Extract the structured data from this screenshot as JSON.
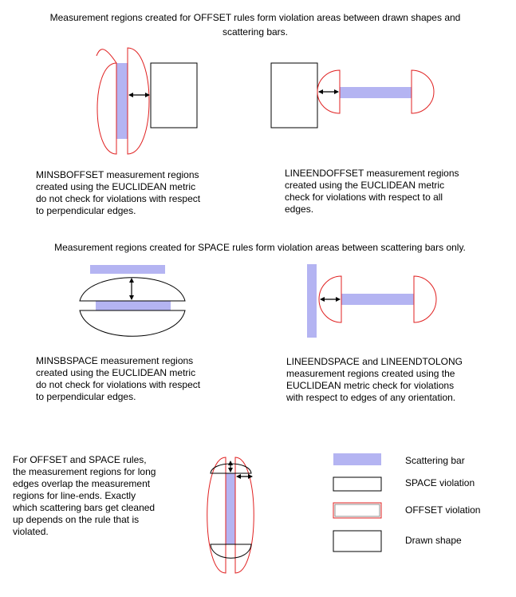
{
  "section1": {
    "heading_line1": "Measurement regions created for OFFSET rules form violation areas between drawn shapes and",
    "heading_line2": "scattering bars.",
    "left_caption": [
      "MINSBOFFSET measurement regions",
      "created using the EUCLIDEAN metric",
      "do not check for violations with respect",
      "to perpendicular edges."
    ],
    "right_caption": [
      "LINEENDOFFSET measurement regions",
      "created using the EUCLIDEAN metric",
      "check for violations with respect to all",
      "edges."
    ]
  },
  "section2": {
    "heading": "Measurement regions created for SPACE rules form violation areas between scattering bars only.",
    "left_caption": [
      "MINSBSPACE measurement regions",
      "created using the EUCLIDEAN metric",
      "do not check for violations with respect",
      "to perpendicular edges."
    ],
    "right_caption": [
      "LINEENDSPACE and LINEENDTOLONG",
      "measurement regions created using the",
      "EUCLIDEAN metric check for violations",
      "with respect to edges of any orientation."
    ]
  },
  "section3": {
    "note": [
      "For OFFSET and SPACE rules,",
      "the measurement regions for long",
      "edges overlap the measurement",
      "regions for line-ends. Exactly",
      "which scattering bars get cleaned",
      "up depends on the rule that is",
      "violated."
    ]
  },
  "legend": {
    "items": [
      {
        "label": "Scattering bar"
      },
      {
        "label": "SPACE violation"
      },
      {
        "label": "OFFSET violation"
      },
      {
        "label": "Drawn shape"
      }
    ]
  },
  "colors": {
    "scattering_bar": "#b4b4f2",
    "offset_violation": "#e02020",
    "space_violation": "#000000",
    "drawn_shape": "#000000"
  }
}
